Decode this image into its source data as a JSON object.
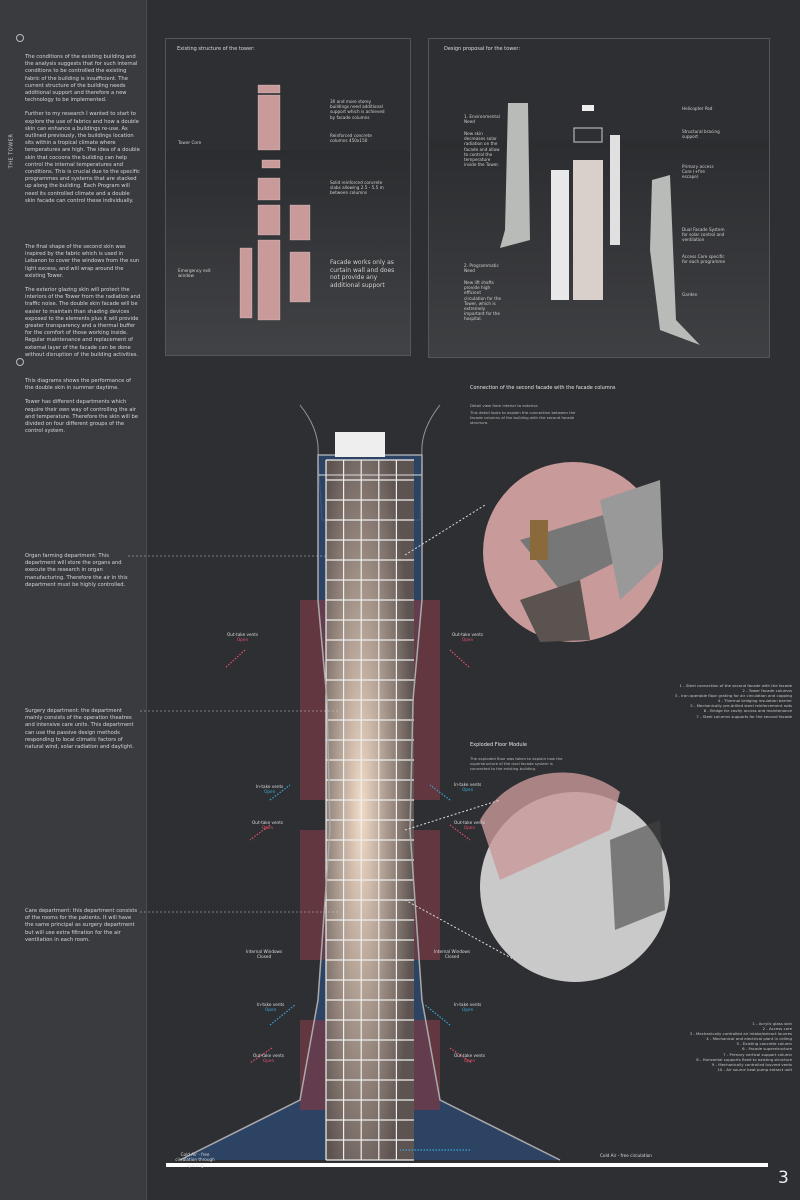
{
  "side": {
    "vertical_title": "THE TOWER",
    "intro": [
      "The conditions of the existing building and the analysis suggests that for such internal conditions to be controlled the existing fabric of the building is insufficient. The current structure of the building needs additional support and therefore a new technology to be implemented.",
      "Further to my research I wanted to start to explore the use of fabrics and how a double skin can enhance a buildings re-use. As outlined previously, the buildings location sits within a tropical climate where temperatures are high. The idea of a double skin that cocoons the building can help control the internal temperatures and conditions. This is crucial due to the specific programmes and systems that are stacked up along the building. Each Program will need its controlled climate and a double skin facade can control these individually."
    ],
    "skin": [
      "The final shape of the second skin was inspired by the fabric which is used in Lebanon to cover the windows from the sun light excess, and will wrap around the existing Tower.",
      "The exterior glazing skin will protect the interiors of the Tower from the radiation and traffic noise. The double skin facade will be easier to maintain than shading devices exposed to the elements plus it will provide greater transparency and a thermal buffer for the comfort of those working inside. Regular maintenance and replacement of external layer of the facade can be done without disruption of the building activities."
    ],
    "diagram": [
      "This diagrams shows the performance of the double skin in summer daytime.",
      "Tower has different departments which require their own way of controlling the air and temperature. Therefore the skin will be divided on four different groups of the control system."
    ],
    "organ": "Organ farming department: This department will store the organs and execute the research in organ manufacturing. Therefore the air in this department must be highly controlled.",
    "surgery": "Surgery department: the department mainly consists of the operation theatres and intensive care units. This department can use the passive design methods responding to local climatic factors of natural wind, solar radiation and daylight.",
    "care": "Care department: this department consists of the rooms for the patients. It will have the same principal as surgery department but will use extra filtration for the air ventilation in each room."
  },
  "existing": {
    "title": "Existing structure of the tower:",
    "labels": [
      "30 and more storey buildings need additional support which is achieved by facade columns",
      "Reinforced concrete columns 450x150",
      "Tower Core",
      "Solid reinforced concrete slabs allowing 2.5 - 5.5 m between columns",
      "Emergency exit window",
      "Facade works only as curtain wall and does not provide any additional support"
    ]
  },
  "proposal": {
    "title": "Design proposal for the tower:",
    "labels": [
      "1. Environmental Need",
      "New skin decreases solar radiation on the facade and allow to control the temperature inside the Tower.",
      "2. Programmatic Need",
      "New lift shafts provide high efficient circulation for the Tower, which is extremely important for the hospital.",
      "Helicopter Pad",
      "Structural bracing support",
      "Primary access Core (+fire escape)",
      "Dual Facade System for solar control and ventilation",
      "Access Core specific for each programme",
      "Garden"
    ]
  },
  "connection": {
    "title": "Connection of the second facade with the facade columns",
    "sub": "Detail view from interior to exterior:",
    "desc": "This detail looks to explain the connection between the facade columns of the building with the second facade structure.",
    "items": [
      "1 - Steel connection of the second facade with the facade",
      "2 - Tower facade columns",
      "3 - Iron operable floor grating for air circulation and copping",
      "4 - Thermal bridging insulation barrier",
      "5 - Mechanically pre-drilled steel reinforcement rods",
      "6 - Bridge for cavity access and maintenance",
      "7 - Steel columns supports for the second facade"
    ]
  },
  "exploded": {
    "title": "Exploded Floor Module",
    "desc": "The exploded floor was taken to explain how the superstructure of the dual facade system is connected to the existing building.",
    "items": [
      "1 - Acrylic glass skin",
      "2 - Access core",
      "3 - Mechanically controlled air intake/extract louvres",
      "4 - Mechanical and electrical plant in ceiling",
      "5 - Existing concrete column",
      "6 - Facade superstructure",
      "7 - Primary vertical support column",
      "8 - Horizontal supports fixed to existing structure",
      "9 - Mechanically controlled louvred vents",
      "10 - Air source heat pump extract unit"
    ]
  },
  "vents": {
    "intake": "In-take vents",
    "outtake": "Out-take vents",
    "open": "Open",
    "internal": "Internal Windows",
    "closed": "Closed"
  },
  "cold_left": "Cold Air - free circulation through opening",
  "cold_right": "Cold Air - free circulation",
  "page": "3",
  "colors": {
    "bg": "#2e2f32",
    "side": "#3a3b3f",
    "pink": "#c99a9a",
    "blue": "#2c4870",
    "red": "#7a3a44",
    "out": "#e0506a",
    "in": "#3aa7d8"
  }
}
